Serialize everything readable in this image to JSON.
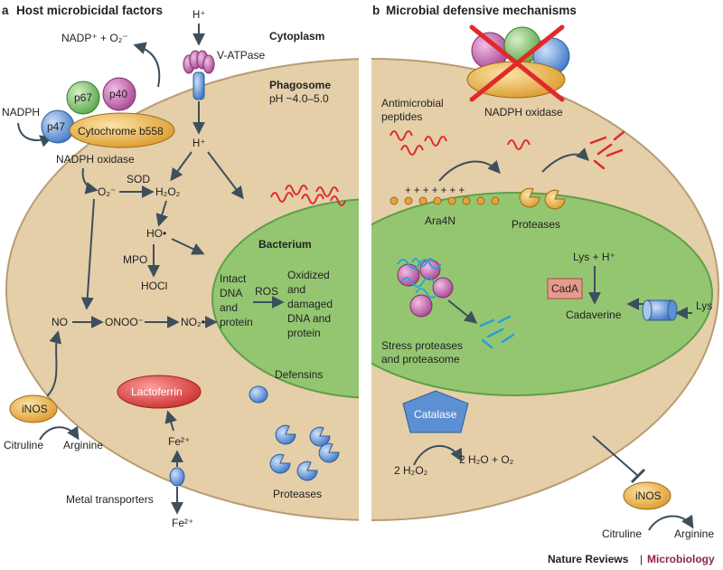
{
  "panel_a": {
    "letter": "a",
    "title": "Host microbicidal factors",
    "nadp_reaction": "NADP⁺ + O₂⁻",
    "h_plus_top": "H⁺",
    "v_atpase": "V-ATPase",
    "cytoplasm": "Cytoplasm",
    "phagosome": "Phagosome",
    "phagosome_ph": "pH ~4.0–5.0",
    "nadph": "NADPH",
    "p67": "p67",
    "p40": "p40",
    "p47": "p47",
    "cytochrome": "Cytochrome b558",
    "nadph_oxidase": "NADPH oxidase",
    "superoxide": "O₂⁻",
    "sod": "SOD",
    "h2o2": "H₂O₂",
    "h_plus_mid": "H⁺",
    "hydroxyl": "HO•",
    "mpo": "MPO",
    "hocl": "HOCl",
    "bacterium": "Bacterium",
    "intact_dna": [
      "Intact",
      "DNA",
      "and",
      "protein"
    ],
    "ros": "ROS",
    "oxidized": [
      "Oxidized",
      "and",
      "damaged",
      "DNA and",
      "protein"
    ],
    "no": "NO",
    "onoo": "ONOO⁻",
    "no2": "NO₂•",
    "defensins": "Defensins",
    "inos": "iNOS",
    "citruline": "Citruline",
    "arginine": "Arginine",
    "lactoferrin": "Lactoferrin",
    "fe_top": "Fe²⁺",
    "metal_transporters": "Metal transporters",
    "fe_bottom": "Fe²⁺",
    "proteases": "Proteases"
  },
  "panel_b": {
    "letter": "b",
    "title": "Microbial defensive mechanisms",
    "nadph_oxidase": "NADPH oxidase",
    "antimicrobial": [
      "Antimicrobial",
      "peptides"
    ],
    "charges": "+ + + + + + +",
    "ara4n": "Ara4N",
    "proteases": "Proteases",
    "lys_h": "Lys + H⁺",
    "cada": "CadA",
    "cadaverine": "Cadaverine",
    "lys": "Lys",
    "stress": [
      "Stress proteases",
      "and proteasome"
    ],
    "catalase": "Catalase",
    "h2o2": "2 H₂O₂",
    "products": "2 H₂O + O₂",
    "inos": "iNOS",
    "citruline": "Citruline",
    "arginine": "Arginine"
  },
  "footer": {
    "journal": "Nature Reviews",
    "separator": "|",
    "section": "Microbiology"
  },
  "colors": {
    "cell": "#e5cfa9",
    "cell_stroke": "#b89c72",
    "bacterium": "#94c671",
    "bacterium_stroke": "#5f9f48",
    "arrow": "#3d4f5c",
    "red": "#e02a2a",
    "blue": "#2aa0d8",
    "pink": "#c25aa9",
    "orange": "#e9ac3e",
    "light_blue": "#5d8fd3",
    "microbiology": "#8d2454"
  }
}
